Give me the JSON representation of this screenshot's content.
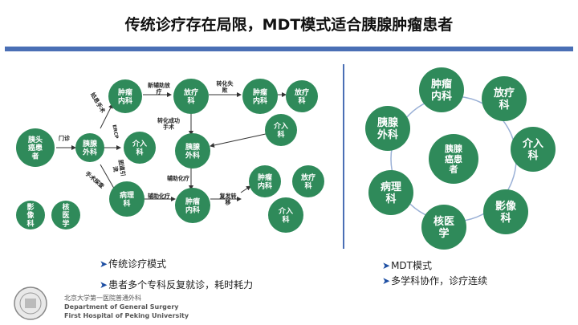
{
  "title": "传统诊疗存在局限，MDT模式适合胰腺肿瘤患者",
  "colors": {
    "node": "#2f8a5a",
    "accent": "#4a6fb5",
    "arrow": "#333333"
  },
  "traditional": {
    "nodes": {
      "patient": "胰头\n癌患\n者",
      "surgery_outpatient": "胰腺\n外科",
      "onco1": "肿瘤\n内科",
      "radio1": "放疗\n科",
      "onco2": "肿瘤\n内科",
      "radio2": "放疗\n科",
      "intervention1": "介入\n科",
      "surgery2": "胰腺\n外科",
      "intervention2": "介入\n科",
      "onco3": "肿瘤\n内科",
      "radio3": "放疗\n科",
      "pathology": "病理\n科",
      "onco4": "肿瘤\n内科",
      "intervention3": "介入\n科",
      "imaging": "影\n像\n科",
      "nuclear": "核\n医\n学"
    },
    "labels": {
      "outpatient": "门诊",
      "neoadjuvant": "新辅助放\n疗",
      "conversion": "转化失\n败",
      "conversion_success": "转化成功\n手术",
      "adjuvant1": "辅助化疗",
      "adjuvant2": "辅助化疗",
      "recurrence": "复发转\n移",
      "palliative": "姑息手术",
      "surgery": "手术探查",
      "ercp": "ERCP",
      "biliary": "胆道引\n流"
    }
  },
  "mdt": {
    "center": "胰腺\n癌患\n者",
    "ring": [
      {
        "key": "onco",
        "label": "肿瘤\n内科"
      },
      {
        "key": "radio",
        "label": "放疗\n科"
      },
      {
        "key": "interv",
        "label": "介入\n科"
      },
      {
        "key": "imaging",
        "label": "影像\n科"
      },
      {
        "key": "nuclear",
        "label": "核医\n学"
      },
      {
        "key": "pathology",
        "label": "病理\n科"
      },
      {
        "key": "surgery",
        "label": "胰腺\n外科"
      }
    ]
  },
  "bullets": {
    "left1": "传统诊疗模式",
    "left2": "患者多个专科反复就诊，耗时耗力",
    "right1": "MDT模式",
    "right2": "多学科协作，诊疗连续"
  },
  "footer": {
    "line1": "北京大学第一医院普通外科",
    "line2": "Department of General Surgery",
    "line3": "First Hospital of Peking University"
  }
}
